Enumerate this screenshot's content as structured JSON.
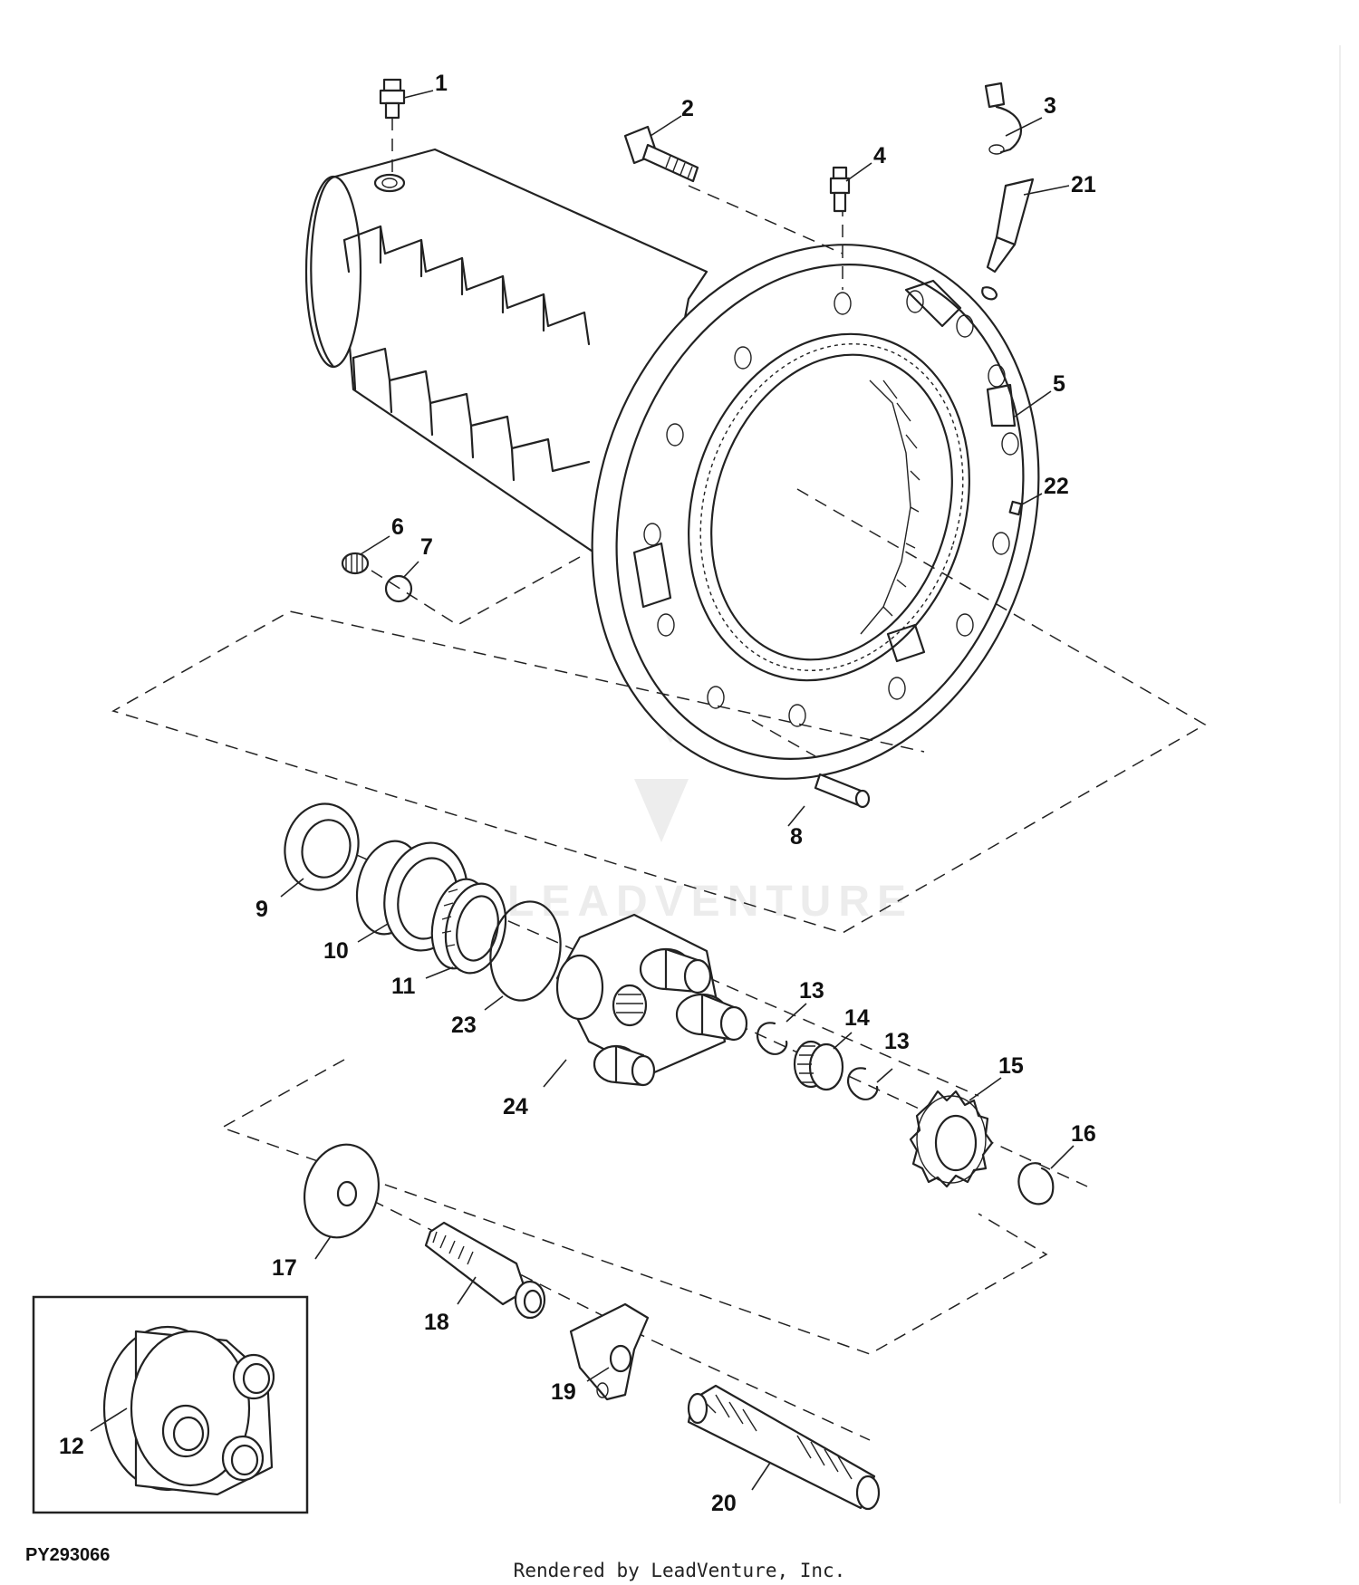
{
  "diagram": {
    "reference_code": "PY293066",
    "watermark_text": "LEADVENTURE",
    "callouts": [
      "1",
      "2",
      "3",
      "4",
      "5",
      "6",
      "7",
      "8",
      "9",
      "10",
      "11",
      "12",
      "13",
      "13",
      "14",
      "15",
      "16",
      "17",
      "18",
      "19",
      "20",
      "21",
      "22",
      "23",
      "24"
    ]
  },
  "footer": {
    "credit": "Rendered by LeadVenture, Inc."
  }
}
